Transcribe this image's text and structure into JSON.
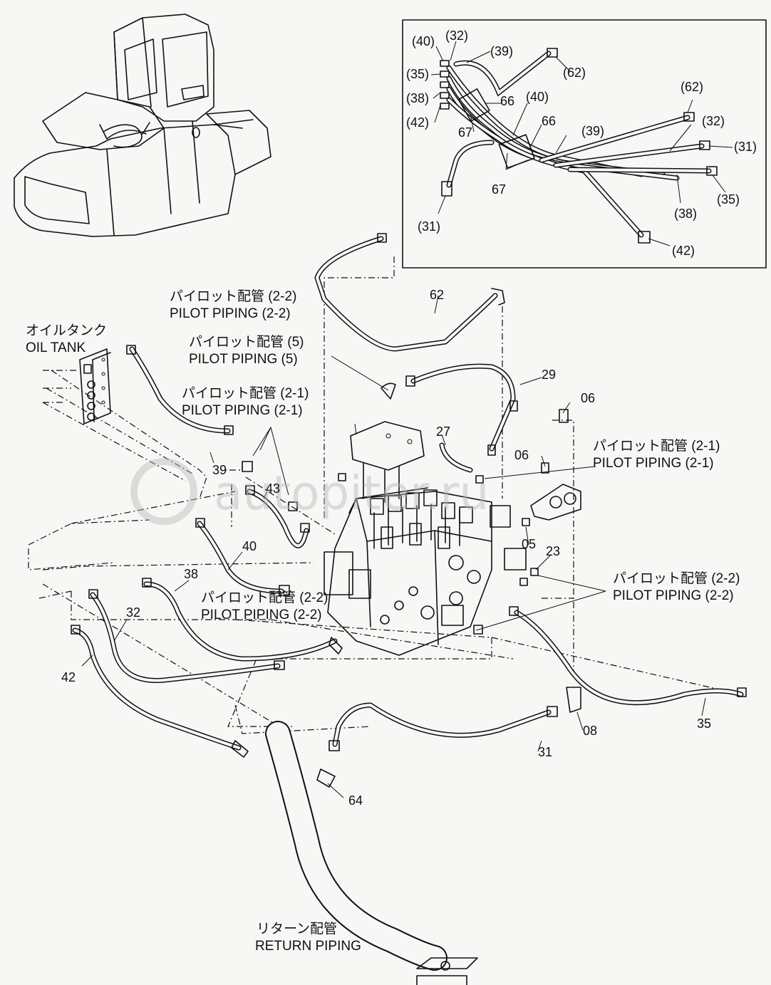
{
  "labels": {
    "oil_tank_jp": "オイルタンク",
    "oil_tank_en": "OIL TANK",
    "pilot_22_jp": "パイロット配管 (2-2)",
    "pilot_22_en": "PILOT PIPING (2-2)",
    "pilot_5_jp": "パイロット配管 (5)",
    "pilot_5_en": "PILOT PIPING (5)",
    "pilot_21_jp": "パイロット配管 (2-1)",
    "pilot_21_en": "PILOT PIPING (2-1)",
    "return_jp": "リターン配管",
    "return_en": "RETURN PIPING"
  },
  "inset_parts": [
    "(40)",
    "(32)",
    "(39)",
    "(62)",
    "(35)",
    "(38)",
    "66",
    "(40)",
    "(42)",
    "67",
    "66",
    "(62)",
    "(32)",
    "(39)",
    "(31)",
    "67",
    "(35)",
    "(38)",
    "(31)",
    "(42)"
  ],
  "main_parts": [
    "62",
    "29",
    "06",
    "27",
    "06",
    "39",
    "43",
    "40",
    "38",
    "05",
    "23",
    "32",
    "42",
    "35",
    "08",
    "31",
    "64"
  ],
  "watermark": "autopiter.ru"
}
